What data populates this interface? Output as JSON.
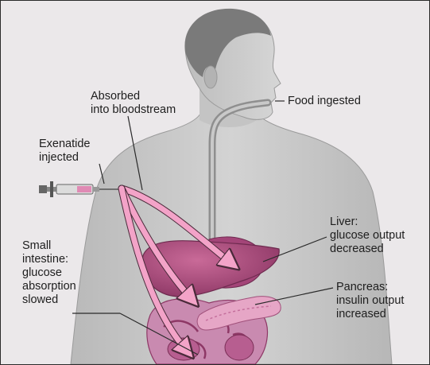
{
  "labels": {
    "absorbed": [
      "Absorbed",
      "into bloodstream"
    ],
    "food": "Food ingested",
    "exenatide": [
      "Exenatide",
      "injected"
    ],
    "liver": [
      "Liver:",
      "glucose output",
      "decreased"
    ],
    "small_intestine": [
      "Small",
      "intestine:",
      "glucose",
      "absorption",
      "slowed"
    ],
    "pancreas": [
      "Pancreas:",
      "insulin output",
      "increased"
    ]
  },
  "colors": {
    "background": "#ebe8ea",
    "skin": "#c8c8c8",
    "organ_liver": "#b24d80",
    "organ_pancreas": "#e6a6c6",
    "arrow": "#f3a3c8",
    "leader": "#2a2a2a"
  }
}
